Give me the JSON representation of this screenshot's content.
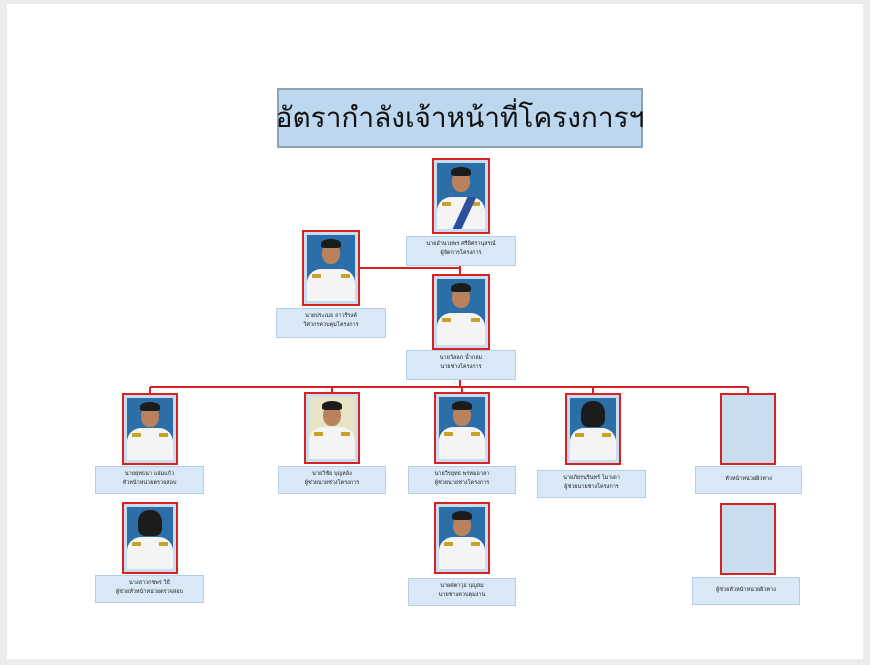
{
  "title": "อัตรากำลังเจ้าหน้าที่โครงการฯ",
  "colors": {
    "title_bg": "#bcd7ee",
    "line": "#d6231f",
    "label_bg": "#d9e8f6",
    "frame": "#d6231f"
  },
  "people": {
    "director": {
      "name": "นายอำนวยพร ศรีอิศรานุสรณ์",
      "role": "ผู้จัดการโครงการ"
    },
    "controller": {
      "name": "นายประเมธ ถาวรีรงค์",
      "role": "วิศวกรควบคุมโครงการ"
    },
    "engineer": {
      "name": "นายวัลลภ น้ำกลม",
      "role": "นายช่างโครงการ"
    },
    "survey_head": {
      "name": "นายยุทธนา แจ่มแก้ว",
      "role": "หัวหน้าหน่วยตรวจสอบ"
    },
    "assistant_engineer_1": {
      "name": "นายวิชัย บุญหล้ง",
      "role": "ผู้ช่วยนายช่างโครงการ"
    },
    "assistant_engineer_2": {
      "name": "นายวีรยุทธ พรหมอาลา",
      "role": "ผู้ช่วยนายช่างโครงการ"
    },
    "assistant_engineer_3": {
      "name": "นายภัยรนรินทร์ ไมาเดา",
      "role": "ผู้ช่วยนายช่างโครงการ"
    },
    "route_head": {
      "name": "",
      "role": "หัวหน้าหน่วยผิวทาง"
    },
    "survey_assistant": {
      "name": "นางสาวกชพร วิธี",
      "role": "ผู้ช่วยหัวหน้าหน่วยตรวจสอบ"
    },
    "foreman": {
      "name": "นายศตาวุธ บุญสม",
      "role": "นายช่างควบคุมงาน"
    },
    "route_assistant": {
      "name": "",
      "role": "ผู้ช่วยหัวหน้าหน่วยผิวทาง"
    }
  }
}
